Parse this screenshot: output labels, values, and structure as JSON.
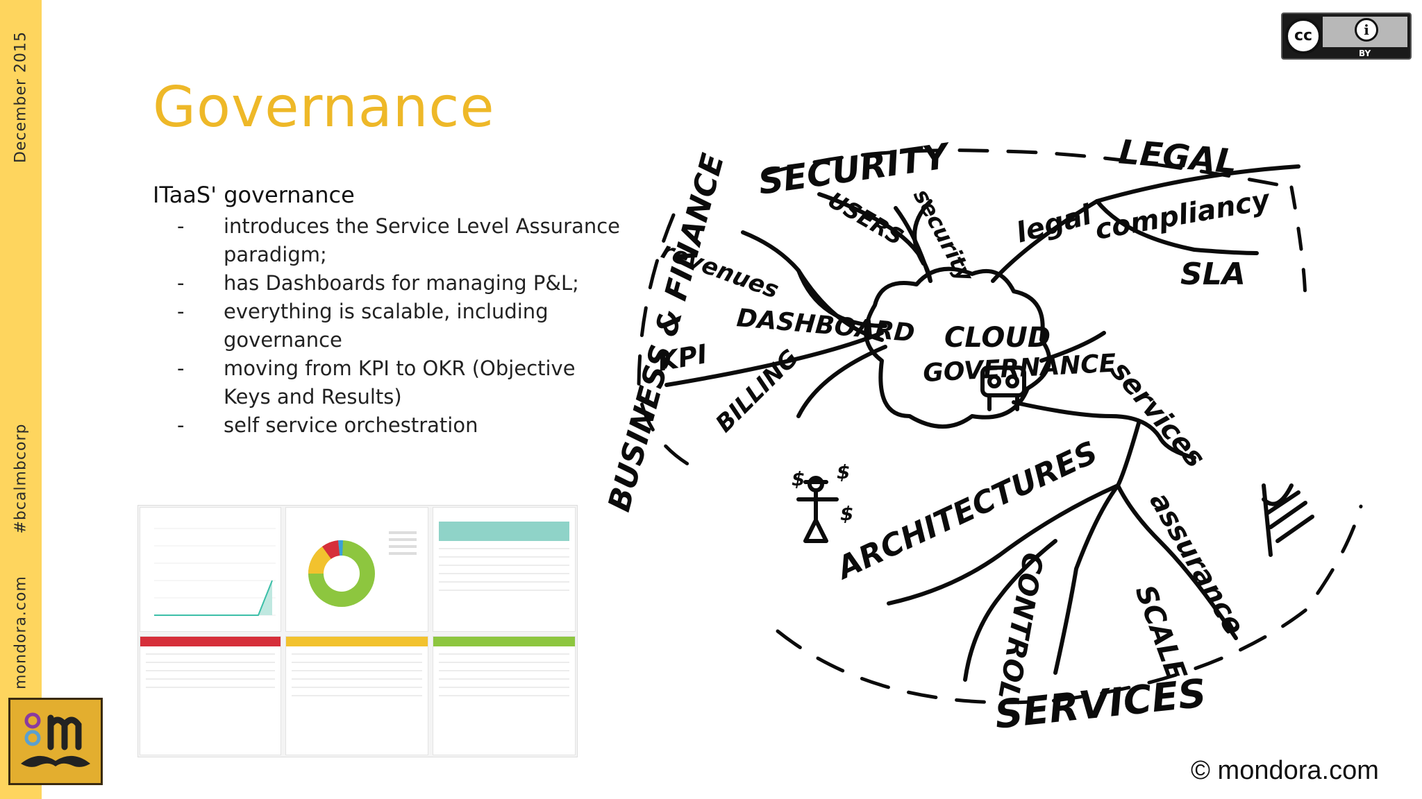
{
  "sidebar": {
    "date": "December 2015",
    "hashtag": "#bcalmbcorp",
    "website": "mondora.com"
  },
  "slide": {
    "title": "Governance",
    "subtitle": "ITaaS' governance",
    "bullets": [
      {
        "dash": "-",
        "text": "introduces the Service Level Assurance paradigm;"
      },
      {
        "dash": "-",
        "text": "has Dashboards for managing P&L;"
      },
      {
        "dash": "-",
        "text": "everything is scalable, including governance"
      },
      {
        "dash": "-",
        "text": "moving from KPI to OKR (Objective Keys and Results)"
      },
      {
        "dash": "-",
        "text": "self service orchestration"
      }
    ]
  },
  "license": {
    "cc": "cc",
    "info": "i",
    "by": "BY"
  },
  "copyright": "© mondora.com",
  "mindmap": {
    "center_line1": "CLOUD",
    "center_line2": "GOVERNANCE",
    "security": "SECURITY",
    "legal": "LEGAL",
    "business_finance": "BUSINESS & FINANCE",
    "services_bottom": "SERVICES",
    "users": "USERS",
    "security_branch": "security",
    "legal_branch": "legal",
    "compliancy": "compliancy",
    "sla": "SLA",
    "revenues": "revenues",
    "dashboard": "DASHBOARD",
    "kpi": "KPI",
    "billing": "BILLING",
    "services_branch": "services",
    "architectures": "ARCHITECTURES",
    "control": "CONTROL",
    "scale": "SCALE",
    "assurance": "assurance",
    "dollar": "$"
  },
  "colors": {
    "sidebar": "#fed55e",
    "title": "#eeb828",
    "ink": "#0b0b0b"
  }
}
